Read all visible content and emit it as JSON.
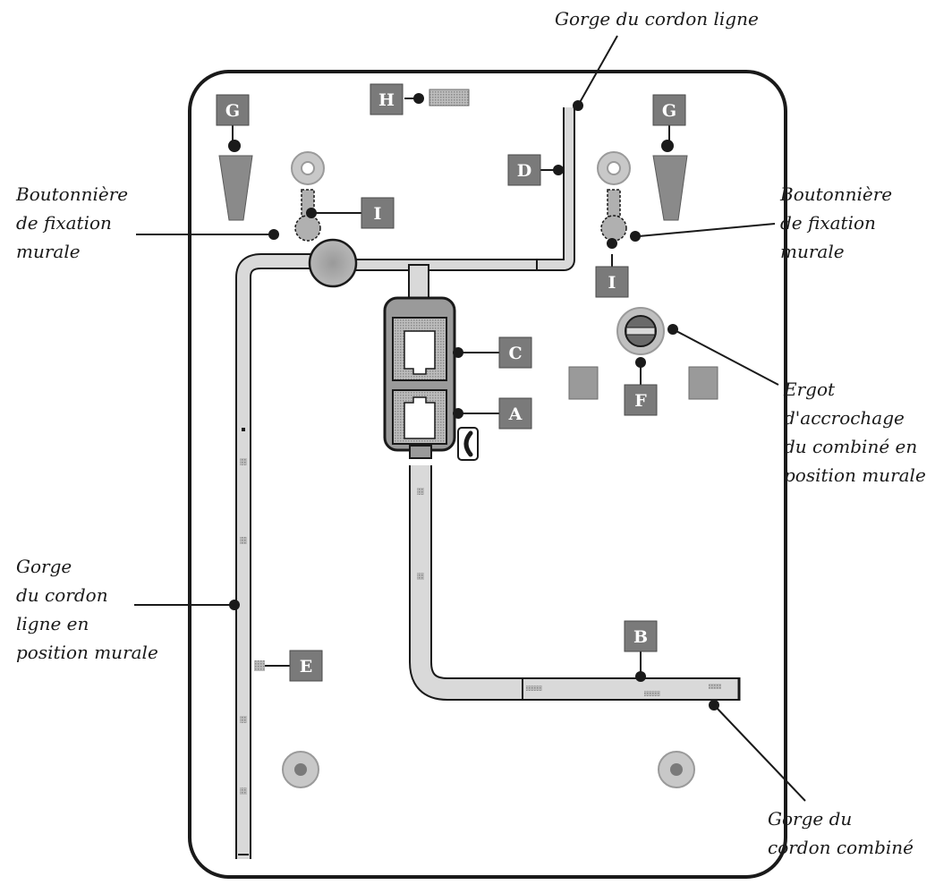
{
  "diagram": {
    "annotations": {
      "gorge_ligne": "Gorge du cordon ligne",
      "boutonniere_left": [
        "Boutonnière",
        "de fixation",
        "murale"
      ],
      "boutonniere_right": [
        "Boutonnière",
        "de fixation",
        "murale"
      ],
      "ergot": [
        "Ergot",
        "d'accrochage",
        "du combiné en",
        "position murale"
      ],
      "gorge_ligne_murale": [
        "Gorge",
        "du cordon",
        "ligne en",
        "position murale"
      ],
      "gorge_combine": [
        "Gorge du",
        "cordon combiné"
      ]
    },
    "letters": {
      "A": "A",
      "B": "B",
      "C": "C",
      "D": "D",
      "E": "E",
      "F": "F",
      "G": "G",
      "H": "H",
      "I": "I"
    },
    "colors": {
      "outline": "#1a1a1a",
      "label_box": "#7a7a7a",
      "groove_fill": "#d9d9d9",
      "pad_fill": "#9a9a9a",
      "disc_fill": "#a8a8a8"
    }
  }
}
